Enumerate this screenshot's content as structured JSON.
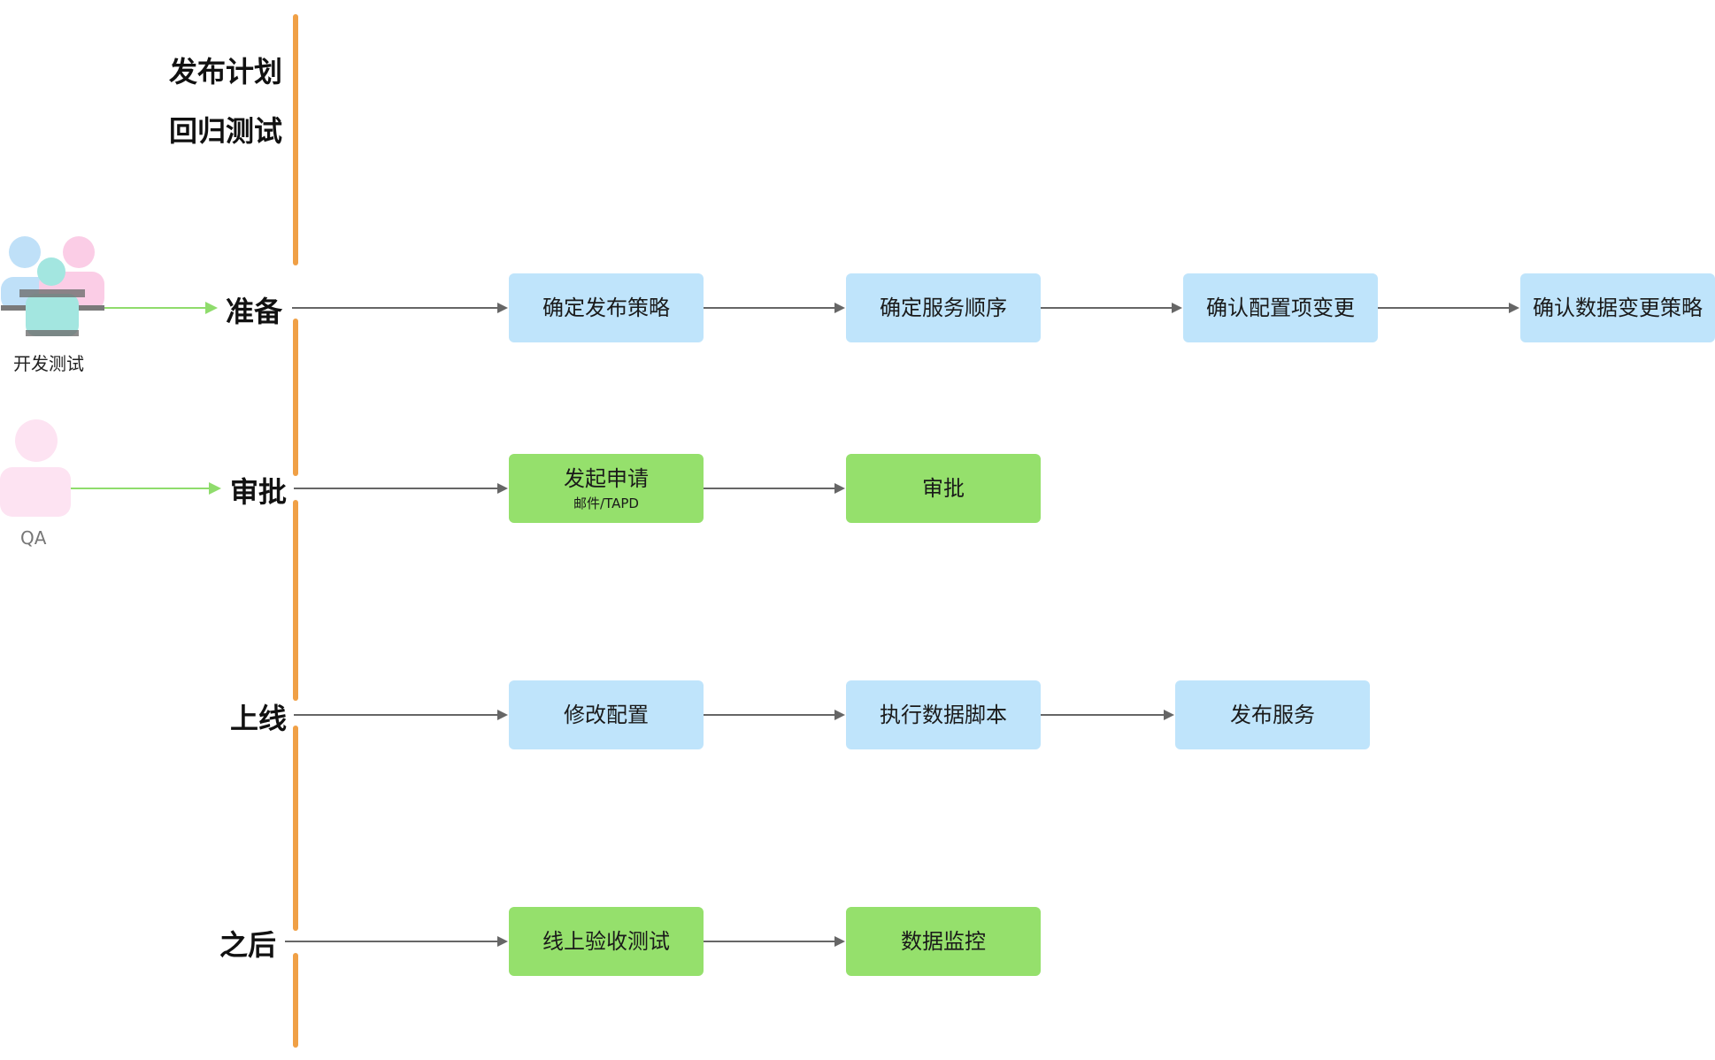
{
  "top_labels": [
    "发布计划",
    "回归测试"
  ],
  "phases": [
    {
      "label": "准备",
      "steps": [
        {
          "text": "确定发布策略",
          "color": "blue"
        },
        {
          "text": "确定服务顺序",
          "color": "blue"
        },
        {
          "text": "确认配置项变更",
          "color": "blue"
        },
        {
          "text": "确认数据变更策略",
          "color": "blue"
        }
      ]
    },
    {
      "label": "审批",
      "steps": [
        {
          "text": "发起申请",
          "sub": "邮件/TAPD",
          "color": "green"
        },
        {
          "text": "审批",
          "color": "green"
        }
      ]
    },
    {
      "label": "上线",
      "steps": [
        {
          "text": "修改配置",
          "color": "blue"
        },
        {
          "text": "执行数据脚本",
          "color": "blue"
        },
        {
          "text": "发布服务",
          "color": "blue"
        }
      ]
    },
    {
      "label": "之后",
      "steps": [
        {
          "text": "线上验收测试",
          "color": "green"
        },
        {
          "text": "数据监控",
          "color": "green"
        }
      ]
    }
  ],
  "roles": [
    {
      "label": "开发测试",
      "icon": "group-people-icon"
    },
    {
      "label": "QA",
      "icon": "person-icon"
    }
  ],
  "colors": {
    "timeline": "#f0a046",
    "blue_box": "#bfe4fb",
    "green_box": "#95e06c",
    "connector": "#666666",
    "role_arrow": "#8fdc6c"
  }
}
